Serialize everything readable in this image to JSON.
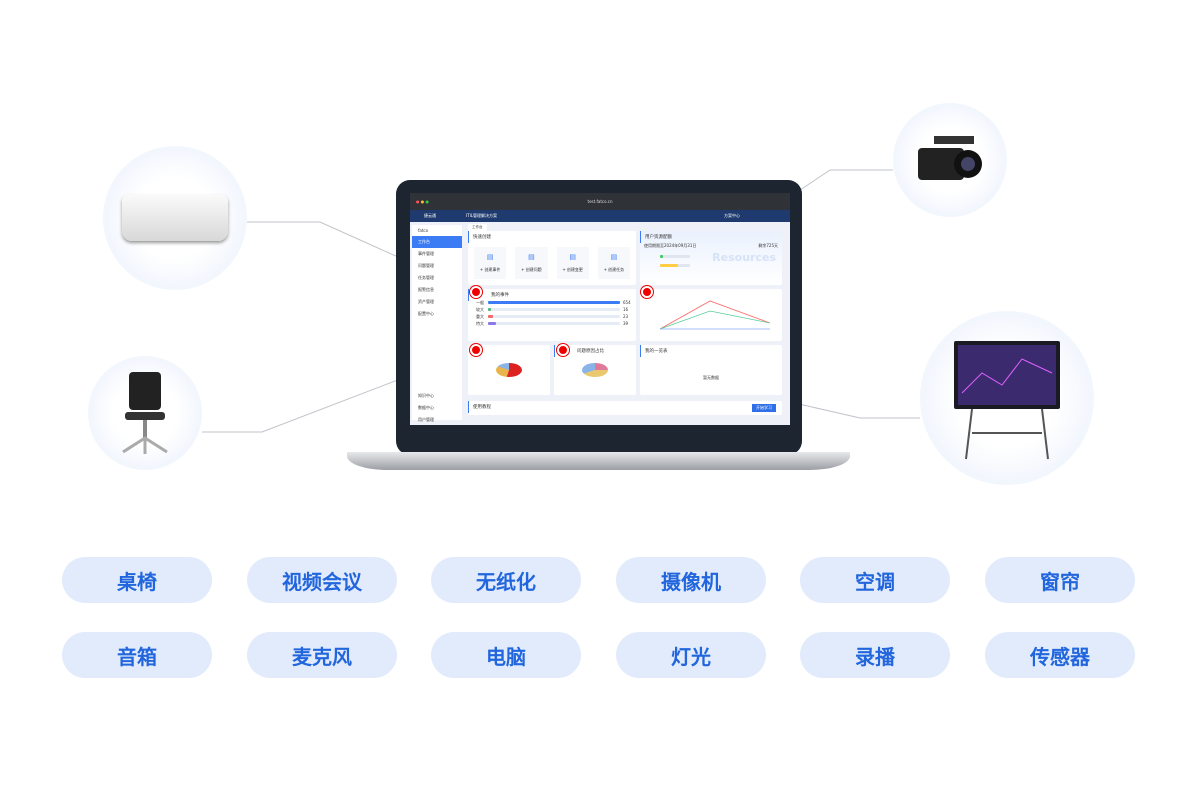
{
  "devices": [
    {
      "name": "air-conditioner"
    },
    {
      "name": "office-chair"
    },
    {
      "name": "video-camera"
    },
    {
      "name": "smart-display-board"
    }
  ],
  "screen": {
    "url": "test.fatco.cn",
    "brand": "捷云通",
    "solution": "ITIL管理解决方案",
    "solution_center": "方案中心",
    "tab": "工作台",
    "sidebar": {
      "tenant": "fatco",
      "items": [
        "工作台",
        "事件管理",
        "问题管理",
        "任务管理",
        "报警信息",
        "资产管理",
        "配置中心"
      ],
      "bottom": [
        "知识中心",
        "数据中心",
        "用户管理"
      ]
    },
    "quick_create": {
      "title": "快速创建",
      "items": [
        "+ 创建事件",
        "+ 创建问题",
        "+ 创建变更",
        "+ 创建任务"
      ]
    },
    "quota": {
      "title": "用户资源配额",
      "expiry": "使用期限至2024年09月31日",
      "remaining": "剩余725天",
      "watermark": "Resources"
    },
    "my_events": {
      "title": "我的事件",
      "bars": [
        {
          "label": "一般",
          "value": 654
        },
        {
          "label": "较大",
          "value": 16
        },
        {
          "label": "重大",
          "value": 23
        },
        {
          "label": "特大",
          "value": 39
        }
      ]
    },
    "overview": {
      "title": "我的一览表",
      "empty": "暂无数据"
    },
    "pie2_title": "问题原因占比",
    "tutorial": {
      "title": "使用教程",
      "button": "开始学习"
    }
  },
  "tags": [
    "桌椅",
    "视频会议",
    "无纸化",
    "摄像机",
    "空调",
    "窗帘",
    "音箱",
    "麦克风",
    "电脑",
    "灯光",
    "录播",
    "传感器"
  ],
  "colors": {
    "pill_bg": "#e2ebfc",
    "pill_text": "#2266dd",
    "marker": "#ee0000"
  }
}
